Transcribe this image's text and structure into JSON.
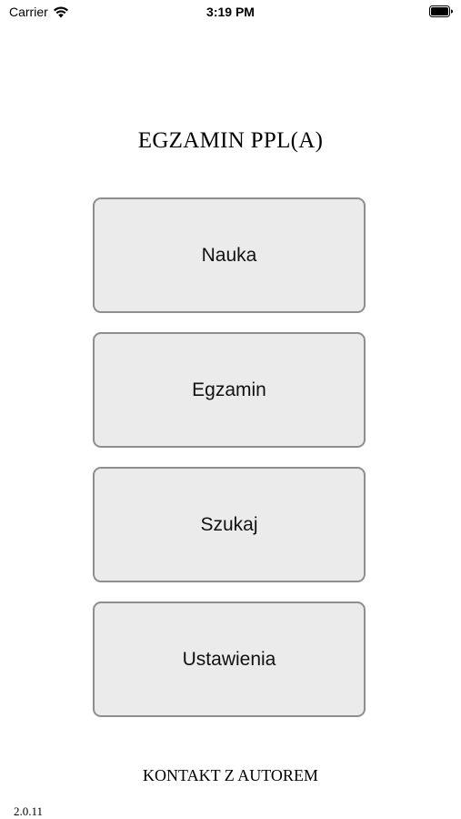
{
  "status_bar": {
    "carrier": "Carrier",
    "time": "3:19 PM",
    "wifi_icon": "wifi-icon",
    "battery_icon": "battery-icon"
  },
  "app": {
    "title": "EGZAMIN PPL(A)"
  },
  "menu": {
    "buttons": [
      {
        "label": "Nauka"
      },
      {
        "label": "Egzamin"
      },
      {
        "label": "Szukaj"
      },
      {
        "label": "Ustawienia"
      }
    ]
  },
  "footer": {
    "contact_label": "KONTAKT Z AUTOREM",
    "version": "2.0.11"
  },
  "colors": {
    "button_bg": "#ebebeb",
    "button_border": "#8e8e8e",
    "background": "#ffffff"
  }
}
